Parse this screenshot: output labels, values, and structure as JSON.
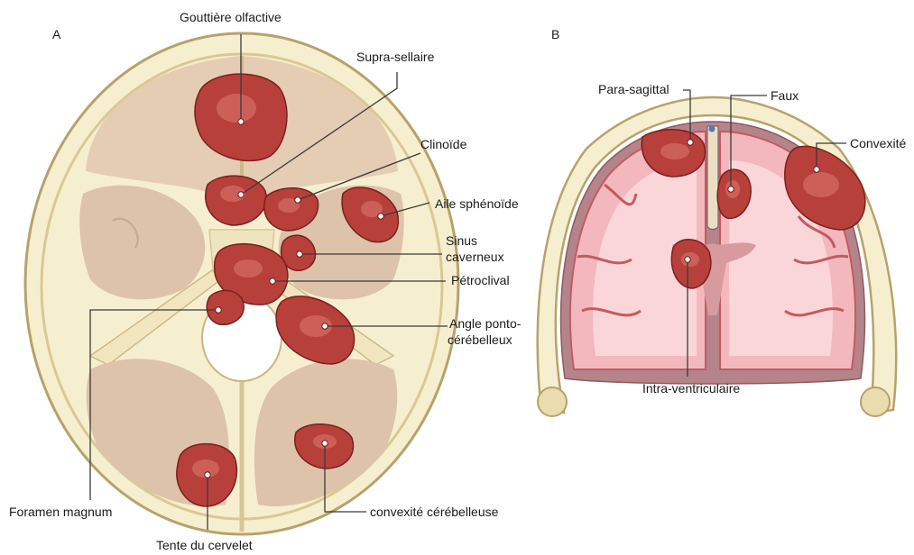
{
  "panels": {
    "a": "A",
    "b": "B"
  },
  "labels": {
    "gouttiere_olfactive": "Gouttière olfactive",
    "supra_sellaire": "Supra-sellaire",
    "clinoide": "Clinoïde",
    "aile_sphenoide": "Aile sphénoïde",
    "sinus_caverneux_1": "Sinus",
    "sinus_caverneux_2": "caverneux",
    "petroclival": "Pétroclival",
    "angle_ponto_1": "Angle ponto-",
    "angle_ponto_2": "cérébelleux",
    "foramen_magnum": "Foramen magnum",
    "tente_du_cervelet": "Tente du cervelet",
    "convexite_cerebelleuse": "convexité cérébelleuse",
    "para_sagittal": "Para-sagittal",
    "faux": "Faux",
    "convexite": "Convexité",
    "intra_ventriculaire": "Intra-ventriculaire"
  },
  "colors": {
    "bone": "#f6efcf",
    "bone_edge": "#b6a26c",
    "fossa": "#d8bfa6",
    "brain": "#f3b8bd",
    "brain_outline": "#c45a60",
    "tumor": "#b8403a"
  }
}
